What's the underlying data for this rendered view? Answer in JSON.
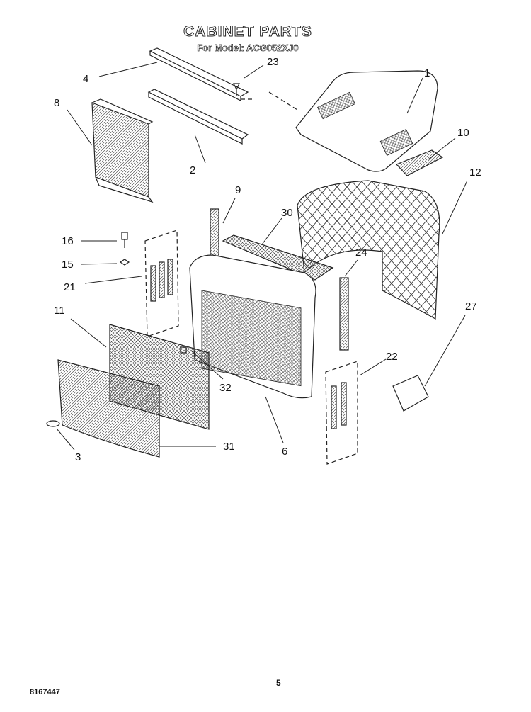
{
  "title": "CABINET PARTS",
  "subtitle": "For Model: ACG052XJ0",
  "footer": {
    "document_number": "8167447",
    "page_number": "5"
  },
  "callouts": [
    "4",
    "23",
    "1",
    "8",
    "2",
    "10",
    "9",
    "30",
    "12",
    "16",
    "15",
    "24",
    "21",
    "27",
    "11",
    "22",
    "32",
    "3",
    "31",
    "6"
  ]
}
